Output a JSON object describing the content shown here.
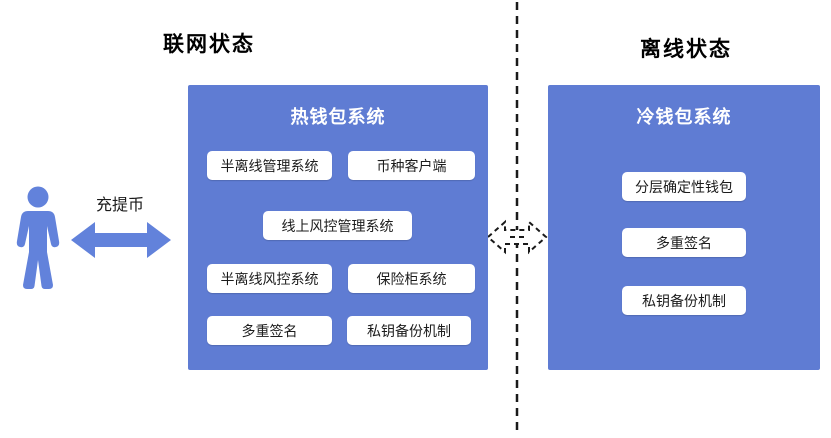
{
  "colors": {
    "panel_blue": "#5f7cd3",
    "figure_blue": "#6282db",
    "divider_black": "#1a1a1a",
    "module_bg": "#ffffff",
    "title_text": "#000000",
    "panel_title_text": "#ffffff"
  },
  "online_section": {
    "title": "联网状态",
    "user_action_label": "充提币",
    "hot_wallet": {
      "title": "热钱包系统",
      "modules": [
        "半离线管理系统",
        "币种客户端",
        "线上风控管理系统",
        "半离线风控系统",
        "保险柜系统",
        "多重签名",
        "私钥备份机制"
      ]
    }
  },
  "offline_section": {
    "title": "离线状态",
    "cold_wallet": {
      "title": "冷钱包系统",
      "modules": [
        "分层确定性钱包",
        "多重签名",
        "私钥备份机制"
      ]
    }
  },
  "icons": {
    "user": "user-pictogram",
    "deposit_withdraw_arrow": "solid-double-headed-arrow",
    "airgap_transfer": "dashed-double-headed-arrow",
    "divider": "dashed-vertical-line"
  }
}
